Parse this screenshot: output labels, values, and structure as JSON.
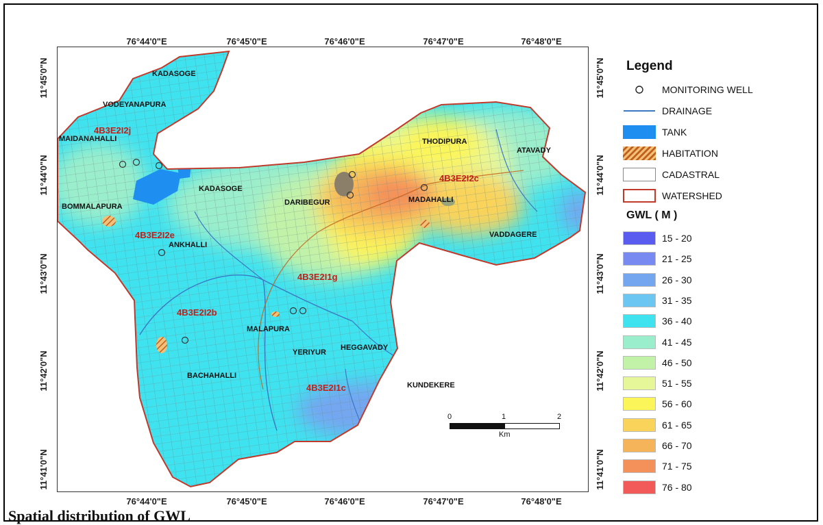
{
  "map": {
    "lon_labels": [
      "76°44'0\"E",
      "76°45'0\"E",
      "76°46'0\"E",
      "76°47'0\"E",
      "76°48'0\"E"
    ],
    "lat_labels": [
      "11°45'0\"N",
      "11°44'0\"N",
      "11°43'0\"N",
      "11°42'0\"N",
      "11°41'0\"N"
    ],
    "places": [
      "KADASOGE",
      "VODEYANAPURA",
      "MAIDANAHALLI",
      "THODIPURA",
      "ATAVADY",
      "KADASOGE",
      "DARIBEGUR",
      "MADAHALLI",
      "BOMMALAPURA",
      "VADDAGERE",
      "ANKHALLI",
      "MALAPURA",
      "YERIYUR",
      "HEGGAVADY",
      "BACHAHALLI",
      "KUNDEKERE"
    ],
    "codes": [
      "4B3E2I2j",
      "4B3E2I2c",
      "4B3E2I2e",
      "4B3E2I1g",
      "4B3E2I2b",
      "4B3E2I1c"
    ],
    "scale": {
      "ticks": [
        "0",
        "1",
        "2"
      ],
      "unit": "Km"
    },
    "colors": {
      "watershed": "#c0392b",
      "drainage": "#3a78c4",
      "tank": "#1e8ff0",
      "habitation": "#d2691e"
    }
  },
  "legend": {
    "title": "Legend",
    "items": [
      {
        "label": "MONITORING WELL",
        "icon": "circle-icon"
      },
      {
        "label": "DRAINAGE",
        "icon": "line-icon"
      },
      {
        "label": "TANK",
        "icon": "fill-icon",
        "color": "#1e8ff0"
      },
      {
        "label": "HABITATION",
        "icon": "hatch-icon",
        "color": "#d2691e"
      },
      {
        "label": "CADASTRAL",
        "icon": "outline-icon",
        "color": "#888888"
      },
      {
        "label": "WATERSHED",
        "icon": "outline-icon",
        "color": "#c0392b"
      }
    ],
    "gwl_title": "GWL ( M )",
    "gwl_classes": [
      {
        "label": "15 - 20",
        "color": "#5a5cf0"
      },
      {
        "label": "21 - 25",
        "color": "#7889f2"
      },
      {
        "label": "26 - 30",
        "color": "#74a6f0"
      },
      {
        "label": "31 - 35",
        "color": "#6cc6f2"
      },
      {
        "label": "36 - 40",
        "color": "#3fe2ef"
      },
      {
        "label": "41 - 45",
        "color": "#9beecb"
      },
      {
        "label": "46 - 50",
        "color": "#c2f2a8"
      },
      {
        "label": "51 - 55",
        "color": "#e6f79a"
      },
      {
        "label": "56 - 60",
        "color": "#fbf55a"
      },
      {
        "label": "61 - 65",
        "color": "#f9d35a"
      },
      {
        "label": "66 - 70",
        "color": "#f5b35a"
      },
      {
        "label": "71 - 75",
        "color": "#f4915a"
      },
      {
        "label": "76 - 80",
        "color": "#f25a5a"
      }
    ]
  },
  "caption": "Spatial distribution of GWL"
}
